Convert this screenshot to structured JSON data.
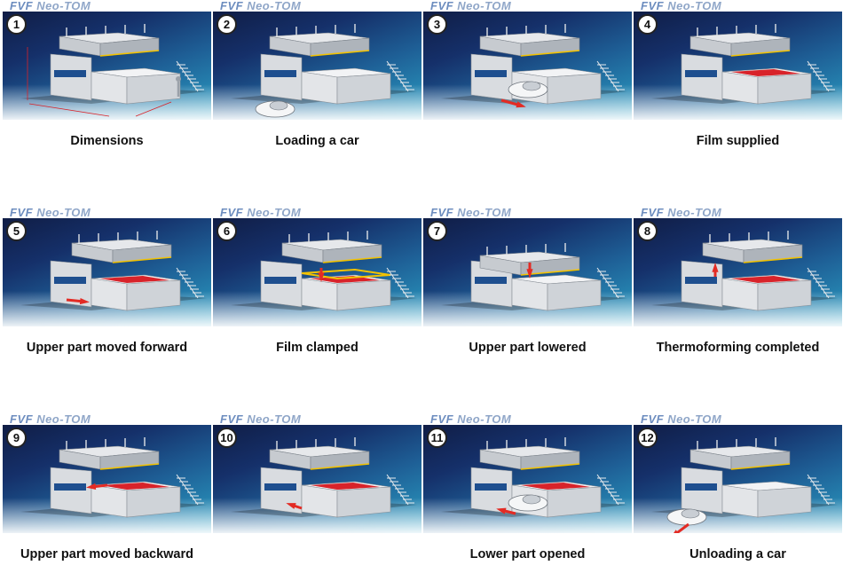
{
  "brand": {
    "prefix": "FVF",
    "name": "Neo-TOM"
  },
  "colors": {
    "panel_dark": "#101d45",
    "panel_light": "#2ba0c4",
    "arrow": "#e32b24",
    "film": "#d8232a",
    "film_frame": "#f2c200"
  },
  "steps": [
    {
      "num": "1",
      "label": "Dimensions"
    },
    {
      "num": "2",
      "label": "Loading a car"
    },
    {
      "num": "3",
      "label": ""
    },
    {
      "num": "4",
      "label": "Film supplied"
    },
    {
      "num": "5",
      "label": "Upper part moved forward"
    },
    {
      "num": "6",
      "label": "Film clamped"
    },
    {
      "num": "7",
      "label": "Upper part lowered"
    },
    {
      "num": "8",
      "label": "Thermoforming completed"
    },
    {
      "num": "9",
      "label": "Upper part moved backward"
    },
    {
      "num": "10",
      "label": ""
    },
    {
      "num": "11",
      "label": "Lower part opened"
    },
    {
      "num": "12",
      "label": "Unloading a car"
    }
  ]
}
